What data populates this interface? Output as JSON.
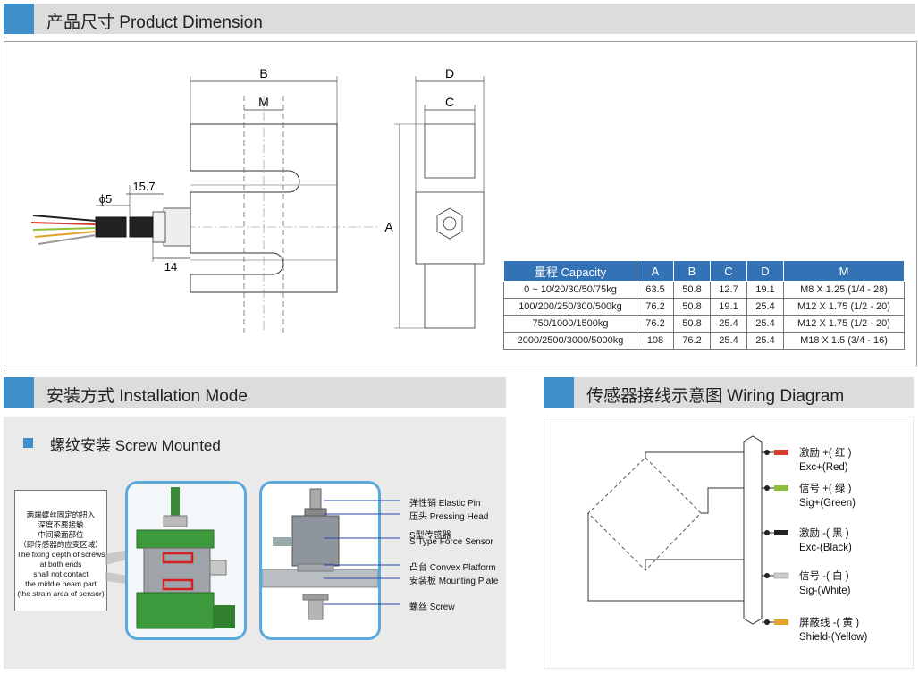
{
  "sections": {
    "dimension": "产品尺寸 Product Dimension",
    "installation": "安装方式 Installation Mode",
    "wiring": "传感器接线示意图  Wiring Diagram"
  },
  "drawing": {
    "labels": {
      "B": "B",
      "M": "M",
      "D": "D",
      "C": "C",
      "A": "A",
      "phi5": "ϕ5",
      "d157": "15.7",
      "d14": "14"
    }
  },
  "spec_table": {
    "headers": [
      "量程 Capacity",
      "A",
      "B",
      "C",
      "D",
      "M"
    ],
    "rows": [
      [
        "0 ~ 10/20/30/50/75kg",
        "63.5",
        "50.8",
        "12.7",
        "19.1",
        "M8 X 1.25 (1/4 - 28)"
      ],
      [
        "100/200/250/300/500kg",
        "76.2",
        "50.8",
        "19.1",
        "25.4",
        "M12 X 1.75 (1/2 - 20)"
      ],
      [
        "750/1000/1500kg",
        "76.2",
        "50.8",
        "25.4",
        "25.4",
        "M12 X 1.75 (1/2 - 20)"
      ],
      [
        "2000/2500/3000/5000kg",
        "108",
        "76.2",
        "25.4",
        "25.4",
        "M18 X 1.5 (3/4 - 16)"
      ]
    ]
  },
  "installation": {
    "subtitle": "螺纹安装 Screw Mounted",
    "note": [
      "两端螺丝固定的扭入",
      "深度不要接触",
      "中间梁面部位",
      "（即传感器的应变区域）",
      "The fixing depth of screws",
      "at both ends",
      "shall not contact",
      "the middle beam part",
      "(the strain area of sensor)"
    ],
    "callouts": [
      "弹性销 Elastic Pin",
      "压头 Pressing Head",
      "S型传感器",
      "S Type Force Sensor",
      "凸台 Convex Platform",
      "安装板 Mounting Plate",
      "螺丝 Screw"
    ]
  },
  "wiring": {
    "wires": [
      {
        "cn": "激励 +( 红 )",
        "en": "Exc+(Red)",
        "color": "#d83a2a"
      },
      {
        "cn": "信号 +( 绿 )",
        "en": "Sig+(Green)",
        "color": "#8fbf3a"
      },
      {
        "cn": "激励 -( 黑 )",
        "en": "Exc-(Black)",
        "color": "#222222"
      },
      {
        "cn": "信号 -( 白 )",
        "en": "Sig-(White)",
        "color": "#cccccc"
      },
      {
        "cn": "屏蔽线 -( 黄 )",
        "en": "Shield-(Yellow)",
        "color": "#e0a528"
      }
    ]
  }
}
